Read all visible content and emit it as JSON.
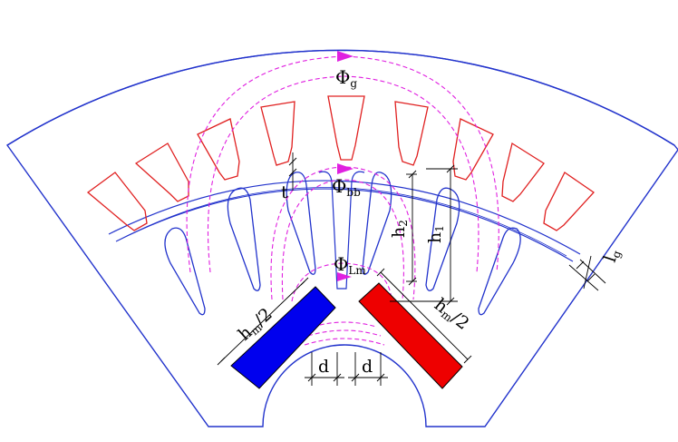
{
  "labels": {
    "phi_g": {
      "main": "Φ",
      "sub": "g"
    },
    "phi_bb": {
      "main": "Φ",
      "sub": "bb"
    },
    "phi_lm": {
      "main": "Φ",
      "sub": "Lm"
    },
    "h1": {
      "main": "h",
      "sub": "1"
    },
    "h2": {
      "main": "h",
      "sub": "2"
    },
    "t": {
      "main": "t"
    },
    "lg": {
      "main": "l",
      "sub": "g"
    },
    "hm_left": {
      "main": "h",
      "sub": "m",
      "tail": "/2"
    },
    "hm_right": {
      "main": "h",
      "sub": "m",
      "tail": "/2"
    },
    "d_left": {
      "main": "d"
    },
    "d_right": {
      "main": "d"
    }
  },
  "colors": {
    "rotor": "#2233cc",
    "stator_slot": "#e02020",
    "flux": "#e020e0",
    "magnet_left": "#0000ee",
    "magnet_right": "#ee0000",
    "dimension": "#000000"
  }
}
